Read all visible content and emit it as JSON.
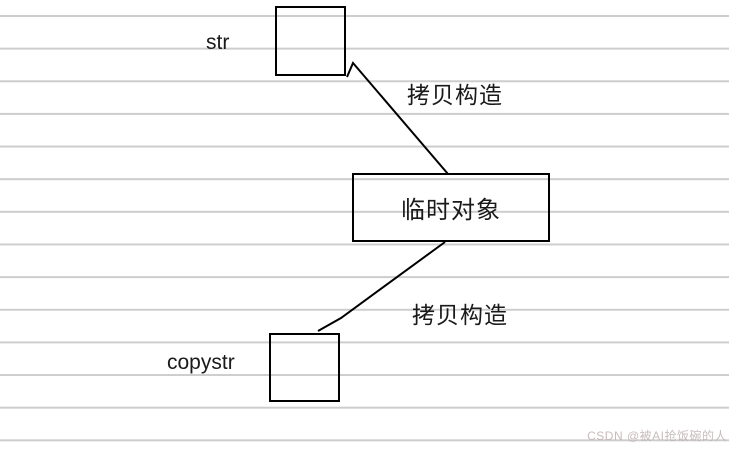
{
  "paper": {
    "background_color": "#ffffff",
    "ruled_line_color": "#cdcdcd"
  },
  "diagram": {
    "stroke_color": "#000000",
    "source_box": {
      "label": "str"
    },
    "temp_box": {
      "label": "临时对象"
    },
    "dest_box": {
      "label": "copystr"
    },
    "connectors": [
      {
        "label": "拷贝构造",
        "from": "临时对象",
        "to": "str"
      },
      {
        "label": "拷贝构造",
        "from": "临时对象",
        "to": "copystr"
      }
    ]
  },
  "watermark": {
    "text": "CSDN @被AI抢饭碗的人",
    "color": "#c0b0b0"
  }
}
